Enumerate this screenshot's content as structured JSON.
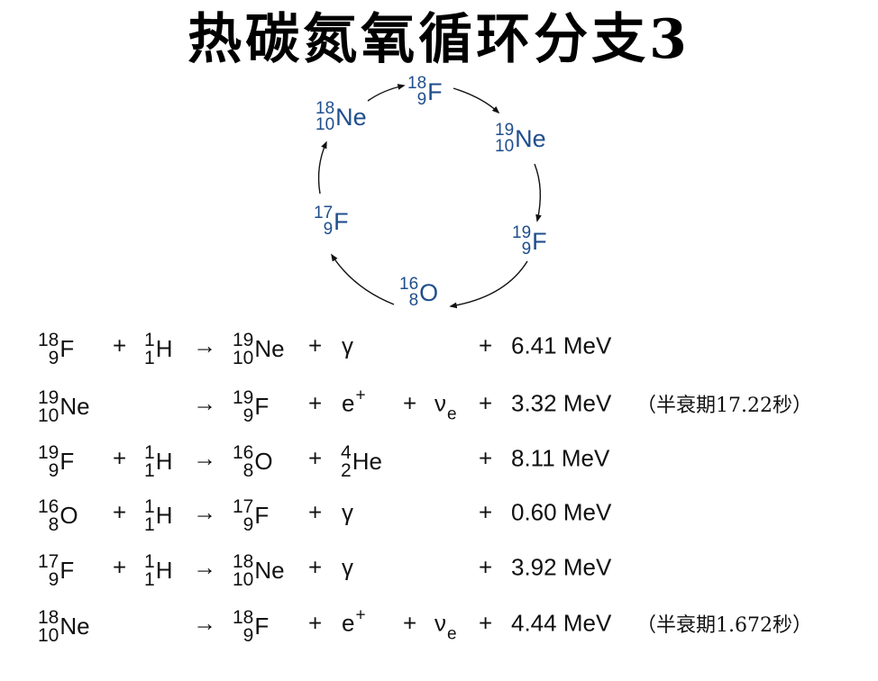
{
  "title": "热碳氮氧循环分支3",
  "cycle": {
    "nodes": [
      {
        "id": "F18",
        "mass": "18",
        "atomic": "9",
        "symbol": "F"
      },
      {
        "id": "Ne19",
        "mass": "19",
        "atomic": "10",
        "symbol": "Ne"
      },
      {
        "id": "F19",
        "mass": "19",
        "atomic": "9",
        "symbol": "F"
      },
      {
        "id": "O16",
        "mass": "16",
        "atomic": "8",
        "symbol": "O"
      },
      {
        "id": "F17",
        "mass": "17",
        "atomic": "9",
        "symbol": "F"
      },
      {
        "id": "Ne18",
        "mass": "18",
        "atomic": "10",
        "symbol": "Ne"
      }
    ],
    "color": "#1f4e8c"
  },
  "equations": [
    {
      "reactant1": {
        "mass": "18",
        "atomic": "9",
        "symbol": "F"
      },
      "plus1": "+",
      "reactant2": {
        "mass": "1",
        "atomic": "1",
        "symbol": "H"
      },
      "arrow": "→",
      "product1": {
        "mass": "19",
        "atomic": "10",
        "symbol": "Ne"
      },
      "plus2": "+",
      "product2": {
        "text": "γ"
      },
      "plus3": "",
      "neutrino": {
        "base": "",
        "sub": ""
      },
      "plus4": "+",
      "energy": "6.41 MeV",
      "note": ""
    },
    {
      "reactant1": {
        "mass": "19",
        "atomic": "10",
        "symbol": "Ne"
      },
      "plus1": "",
      "reactant2": {
        "mass": "",
        "atomic": "",
        "symbol": ""
      },
      "arrow": "→",
      "product1": {
        "mass": "19",
        "atomic": "9",
        "symbol": "F"
      },
      "plus2": "+",
      "product2": {
        "text": "e",
        "sup": "+"
      },
      "plus3": "+",
      "neutrino": {
        "base": "ν",
        "sub": "e"
      },
      "plus4": "+",
      "energy": "3.32 MeV",
      "note": "（半衰期17.22秒）"
    },
    {
      "reactant1": {
        "mass": "19",
        "atomic": "9",
        "symbol": "F"
      },
      "plus1": "+",
      "reactant2": {
        "mass": "1",
        "atomic": "1",
        "symbol": "H"
      },
      "arrow": "→",
      "product1": {
        "mass": "16",
        "atomic": "8",
        "symbol": "O"
      },
      "plus2": "+",
      "product2": {
        "mass": "4",
        "atomic": "2",
        "symbol": "He"
      },
      "plus3": "",
      "neutrino": {
        "base": "",
        "sub": ""
      },
      "plus4": "+",
      "energy": "8.11 MeV",
      "note": ""
    },
    {
      "reactant1": {
        "mass": "16",
        "atomic": "8",
        "symbol": "O"
      },
      "plus1": "+",
      "reactant2": {
        "mass": "1",
        "atomic": "1",
        "symbol": "H"
      },
      "arrow": "→",
      "product1": {
        "mass": "17",
        "atomic": "9",
        "symbol": "F"
      },
      "plus2": "+",
      "product2": {
        "text": "γ"
      },
      "plus3": "",
      "neutrino": {
        "base": "",
        "sub": ""
      },
      "plus4": "+",
      "energy": "0.60 MeV",
      "note": ""
    },
    {
      "reactant1": {
        "mass": "17",
        "atomic": "9",
        "symbol": "F"
      },
      "plus1": "+",
      "reactant2": {
        "mass": "1",
        "atomic": "1",
        "symbol": "H"
      },
      "arrow": "→",
      "product1": {
        "mass": "18",
        "atomic": "10",
        "symbol": "Ne"
      },
      "plus2": "+",
      "product2": {
        "text": "γ"
      },
      "plus3": "",
      "neutrino": {
        "base": "",
        "sub": ""
      },
      "plus4": "+",
      "energy": "3.92 MeV",
      "note": ""
    },
    {
      "reactant1": {
        "mass": "18",
        "atomic": "10",
        "symbol": "Ne"
      },
      "plus1": "",
      "reactant2": {
        "mass": "",
        "atomic": "",
        "symbol": ""
      },
      "arrow": "→",
      "product1": {
        "mass": "18",
        "atomic": "9",
        "symbol": "F"
      },
      "plus2": "+",
      "product2": {
        "text": "e",
        "sup": "+"
      },
      "plus3": "+",
      "neutrino": {
        "base": "ν",
        "sub": "e"
      },
      "plus4": "+",
      "energy": "4.44 MeV",
      "note": "（半衰期1.672秒）"
    }
  ]
}
